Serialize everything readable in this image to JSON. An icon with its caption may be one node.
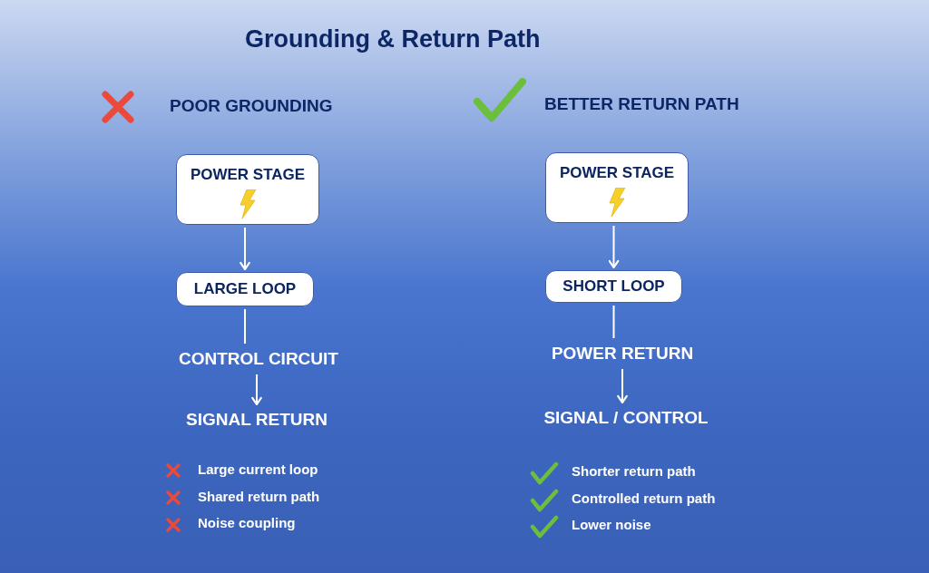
{
  "diagram": {
    "title": "Grounding & Return Path",
    "nodes": [
      {
        "text": [
          "POWER STAGE"
        ]
      },
      {
        "text": [
          "LARGE LOOP"
        ]
      },
      {
        "text": [
          "CONTROL CIRCUIT"
        ]
      },
      {
        "text": [
          "SIGNAL RETURN"
        ]
      },
      {
        "text": [
          "POWER STAGE"
        ]
      },
      {
        "text": [
          "SHORT LOOP"
        ]
      },
      {
        "text": [
          "POWER RETURN"
        ]
      },
      {
        "text": [
          "SIGNAL / CONTROL"
        ]
      }
    ],
    "edges": [
      {
        "from": 0,
        "to": 1,
        "arrow": "to"
      },
      {
        "from": 1,
        "to": 2,
        "arrow": "none"
      },
      {
        "from": 2,
        "to": 3,
        "arrow": "to"
      },
      {
        "from": 4,
        "to": 5,
        "arrow": "to"
      },
      {
        "from": 5,
        "to": 6,
        "arrow": "none"
      },
      {
        "from": 6,
        "to": 7,
        "arrow": "to"
      }
    ],
    "labels": [
      "POOR GROUNDING",
      "BETTER RETURN PATH",
      "Large current loop",
      "Shared return path",
      "Noise coupling",
      "Shorter return path",
      "Controlled return path",
      "Lower noise"
    ]
  }
}
